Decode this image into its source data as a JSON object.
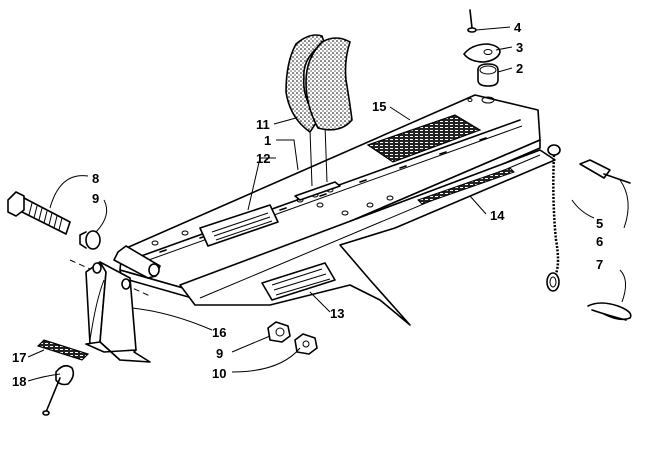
{
  "callouts": [
    {
      "id": "1",
      "label": "1"
    },
    {
      "id": "2",
      "label": "2"
    },
    {
      "id": "3",
      "label": "3"
    },
    {
      "id": "4",
      "label": "4"
    },
    {
      "id": "5",
      "label": "5"
    },
    {
      "id": "6",
      "label": "6"
    },
    {
      "id": "7",
      "label": "7"
    },
    {
      "id": "8",
      "label": "8"
    },
    {
      "id": "9a",
      "label": "9"
    },
    {
      "id": "9b",
      "label": "9"
    },
    {
      "id": "10",
      "label": "10"
    },
    {
      "id": "11",
      "label": "11"
    },
    {
      "id": "12",
      "label": "12"
    },
    {
      "id": "13",
      "label": "13"
    },
    {
      "id": "14",
      "label": "14"
    },
    {
      "id": "15",
      "label": "15"
    },
    {
      "id": "16",
      "label": "16"
    },
    {
      "id": "17",
      "label": "17"
    },
    {
      "id": "18",
      "label": "18"
    }
  ]
}
